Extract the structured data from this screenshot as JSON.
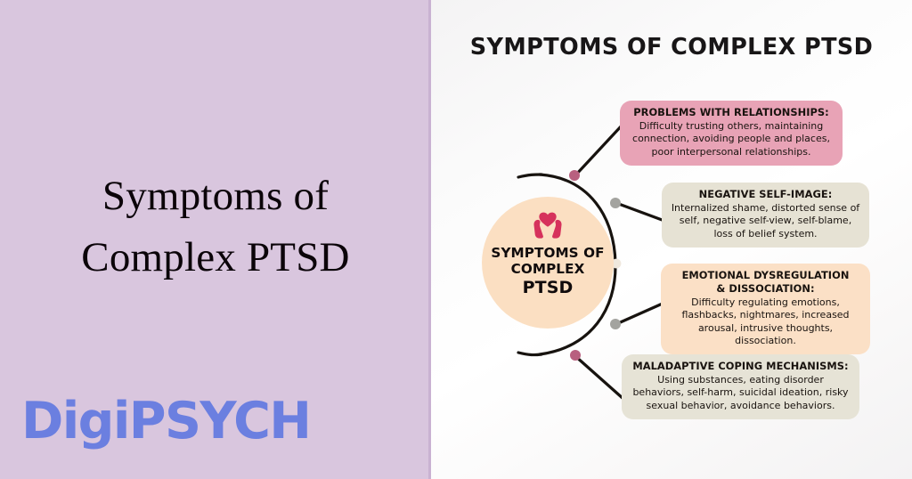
{
  "left_panel": {
    "title_lines": [
      "Symptoms of",
      "Complex PTSD"
    ],
    "brand": "DigiPSYCH",
    "background_color": "#d9c6de",
    "brand_color": "#6b7fe0"
  },
  "diagram": {
    "title": "SYMPTOMS OF COMPLEX PTSD",
    "center": {
      "icon": "heart-in-hands-icon",
      "icon_color": "#d6325c",
      "label_lines": [
        "SYMPTOMS OF",
        "COMPLEX",
        "PTSD"
      ],
      "background_color": "#fbdfc2"
    },
    "nodes": [
      {
        "id": "relationships",
        "heading": "PROBLEMS WITH RELATIONSHIPS:",
        "body": "Difficulty trusting others, maintaining connection, avoiding people and places, poor interpersonal relationships.",
        "color": "#e8a3b6",
        "dot_color": "#b8607f"
      },
      {
        "id": "self-image",
        "heading": "NEGATIVE SELF-IMAGE:",
        "body": "Internalized shame, distorted sense of self, negative self-view, self-blame, loss of belief system.",
        "color": "#e6e2d4",
        "dot_color": "#a3a39f"
      },
      {
        "id": "dysregulation",
        "heading_line_1": "EMOTIONAL DYSREGULATION",
        "heading_line_2": "& DISSOCIATION:",
        "heading": "EMOTIONAL DYSREGULATION & DISSOCIATION:",
        "body": "Difficulty regulating emotions, flashbacks, nightmares, increased arousal, intrusive thoughts, dissociation.",
        "color": "#fbe0c6",
        "dot_color": "#a3a39f"
      },
      {
        "id": "coping",
        "heading": "MALADAPTIVE COPING MECHANISMS:",
        "body": "Using substances, eating disorder behaviors, self-harm, suicidal ideation, risky sexual behavior, avoidance behaviors.",
        "color": "#e6e3d6",
        "dot_color": "#b8607f"
      }
    ],
    "arc_color": "#17130f",
    "background_color": "#fbfbfb"
  }
}
